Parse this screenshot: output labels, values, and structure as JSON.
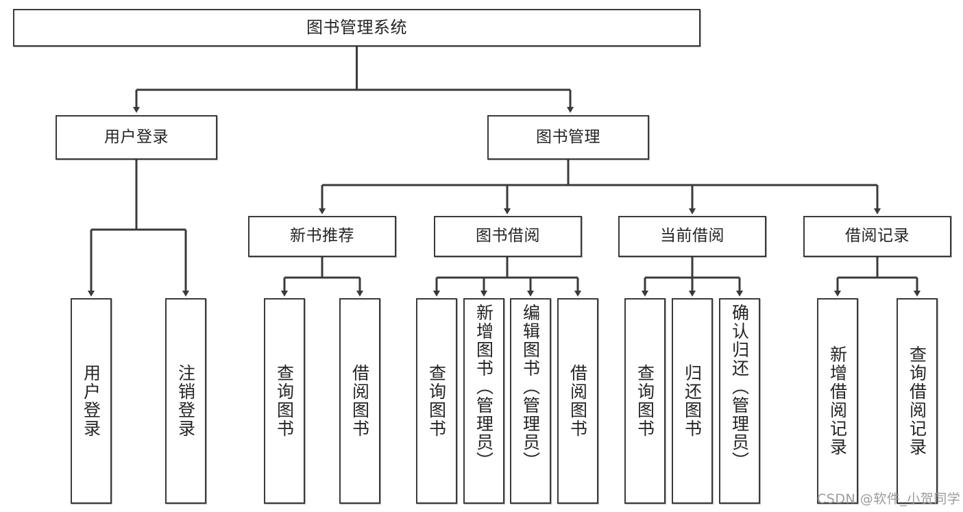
{
  "diagram": {
    "type": "tree-hierarchy",
    "title": "图书管理系统",
    "orientation": "top-down",
    "colors": {
      "box_stroke": "#3a3a3a",
      "box_fill": "#ffffff",
      "connector": "#3a3a3a",
      "text": "#242424",
      "watermark": "#9a9a9a"
    }
  },
  "root": {
    "label": "图书管理系统"
  },
  "level2": [
    {
      "label": "用户登录"
    },
    {
      "label": "图书管理"
    }
  ],
  "level3": [
    {
      "label": "新书推荐"
    },
    {
      "label": "图书借阅"
    },
    {
      "label": "当前借阅"
    },
    {
      "label": "借阅记录"
    }
  ],
  "leaves": {
    "user_login": [
      {
        "label": "用户登录"
      },
      {
        "label": "注销登录"
      }
    ],
    "new_book_recommend": [
      {
        "label": "查询图书"
      },
      {
        "label": "借阅图书"
      }
    ],
    "book_borrow": [
      {
        "label": "查询图书"
      },
      {
        "label": "新增图书（管理员）"
      },
      {
        "label": "编辑图书（管理员）"
      },
      {
        "label": "借阅图书"
      }
    ],
    "current_borrow": [
      {
        "label": "查询图书"
      },
      {
        "label": "归还图书"
      },
      {
        "label": "确认归还（管理员）"
      }
    ],
    "borrow_record": [
      {
        "label": "新增借阅记录"
      },
      {
        "label": "查询借阅记录"
      }
    ]
  },
  "watermark": {
    "text": "CSDN @软件_小贺同学"
  }
}
